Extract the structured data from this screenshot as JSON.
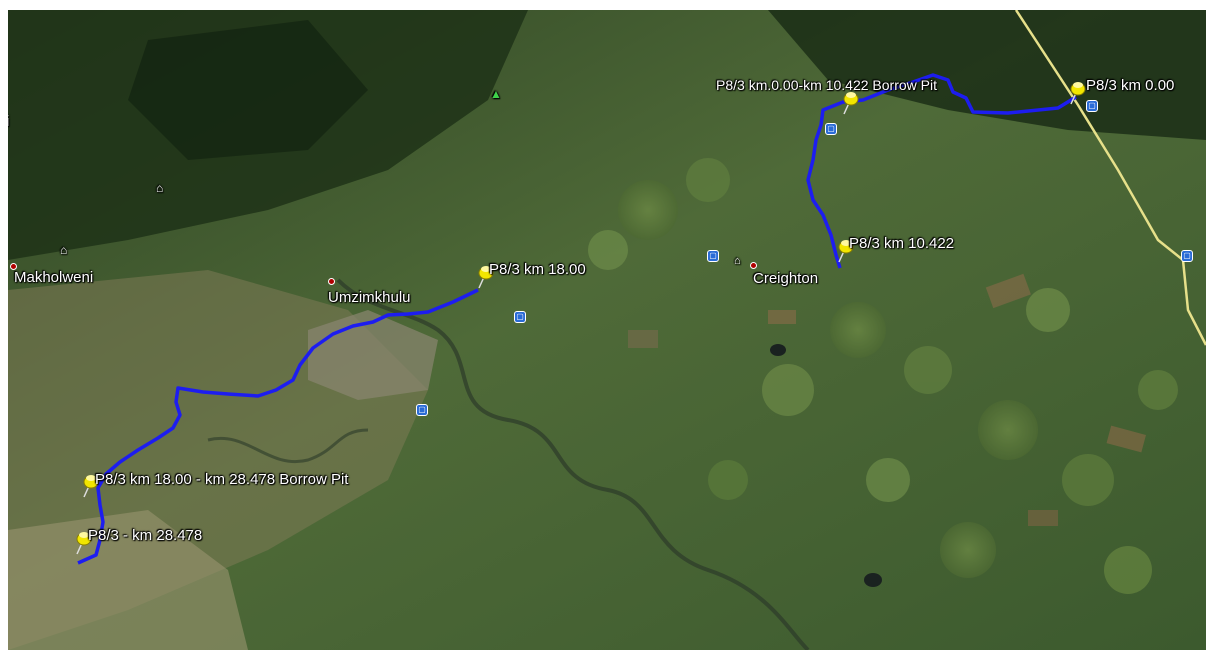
{
  "map": {
    "route_color": "#1d1df0",
    "highway_color": "#e6e08a",
    "pin_color": "#f2e600",
    "placemarks": [
      {
        "label": "P8/3 km 0.00",
        "icon": "yellow-pushpin-icon"
      },
      {
        "label": "P8/3 km.0.00-km 10.422 Borrow Pit",
        "icon": "yellow-pushpin-icon"
      },
      {
        "label": "P8/3 km 10.422",
        "icon": "yellow-pushpin-icon"
      },
      {
        "label": "P8/3 km 18.00",
        "icon": "yellow-pushpin-icon"
      },
      {
        "label": "P8/3 km 18.00 - km 28.478 Borrow Pit",
        "icon": "yellow-pushpin-icon"
      },
      {
        "label": "P8/3 - km 28.478",
        "icon": "yellow-pushpin-icon"
      }
    ],
    "towns": [
      {
        "name": "Makholweni"
      },
      {
        "name": "Umzimkhulu"
      },
      {
        "name": "Creighton"
      }
    ],
    "edge_label": "i",
    "poi_icons": [
      "bus-stop-icon",
      "tree-icon",
      "camp-icon"
    ]
  }
}
